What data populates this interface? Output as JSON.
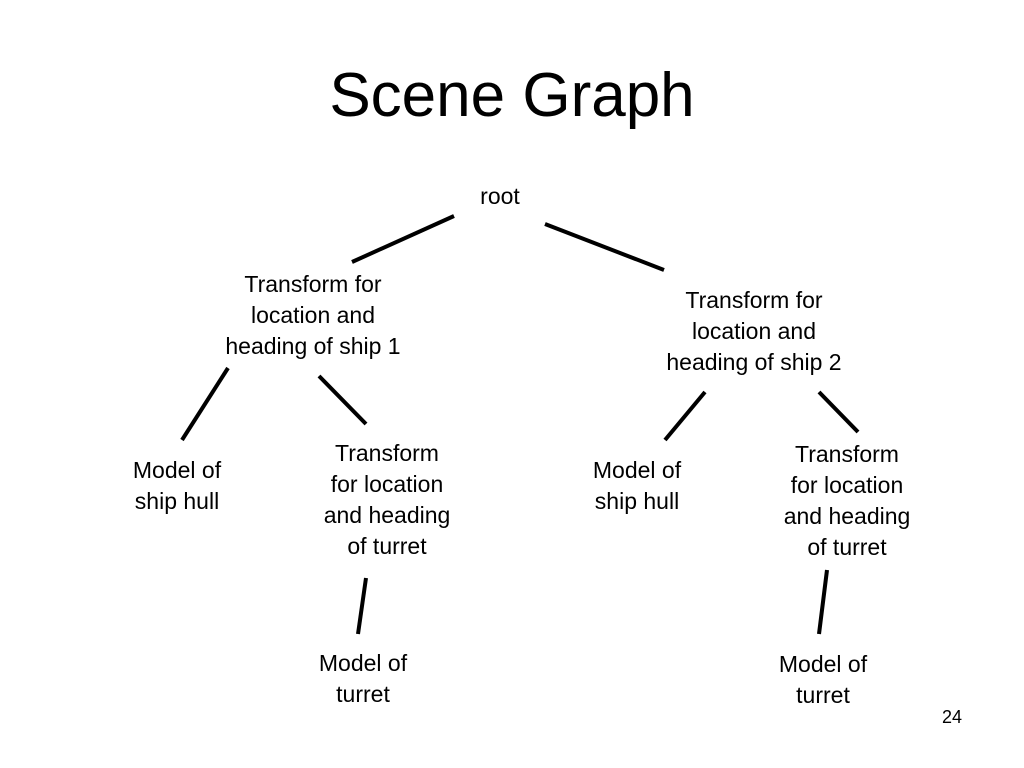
{
  "slide": {
    "title": "Scene Graph",
    "page_number": "24"
  },
  "nodes": {
    "root": {
      "lines": [
        "root"
      ]
    },
    "ship1_transform": {
      "lines": [
        "Transform for",
        "location and",
        "heading of ship 1"
      ]
    },
    "ship2_transform": {
      "lines": [
        "Transform for",
        "location and",
        "heading of ship 2"
      ]
    },
    "ship1_hull": {
      "lines": [
        "Model of",
        "ship hull"
      ]
    },
    "ship1_turret_transform": {
      "lines": [
        "Transform",
        "for location",
        "and heading",
        "of turret"
      ]
    },
    "ship2_hull": {
      "lines": [
        "Model of",
        "ship hull"
      ]
    },
    "ship2_turret_transform": {
      "lines": [
        "Transform",
        "for location",
        "and heading",
        "of turret"
      ]
    },
    "ship1_turret_model": {
      "lines": [
        "Model of",
        "turret"
      ]
    },
    "ship2_turret_model": {
      "lines": [
        "Model of",
        "turret"
      ]
    }
  }
}
